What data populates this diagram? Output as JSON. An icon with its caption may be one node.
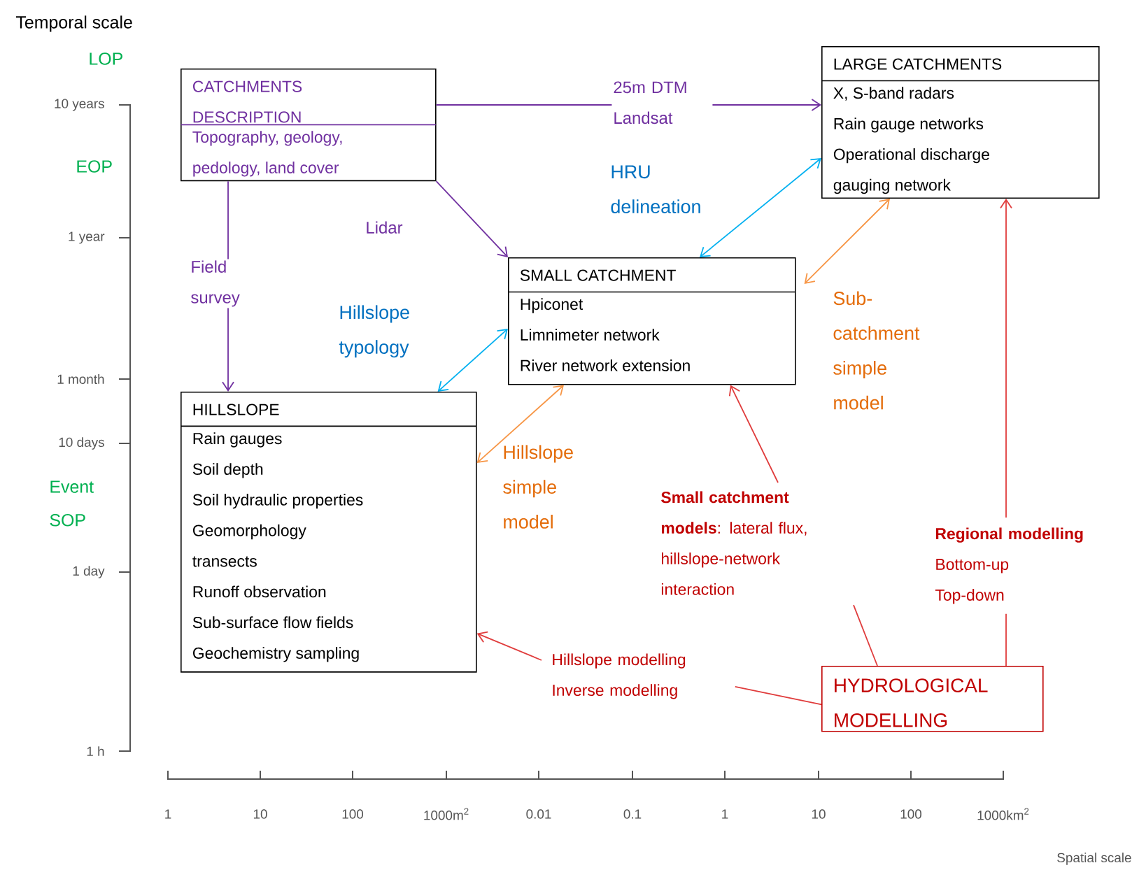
{
  "diagram": {
    "nodes": [
      {
        "text": [
          "CATCHMENTS DESCRIPTION",
          "Topography, geology, pedology, land cover"
        ]
      },
      {
        "text": [
          "LARGE CATCHMENTS",
          "X, S-band radars",
          "Rain gauge networks",
          "Operational discharge gauging network"
        ]
      },
      {
        "text": [
          "SMALL CATCHMENT",
          "Hpiconet",
          "Limnimeter network",
          "River network extension"
        ]
      },
      {
        "text": [
          "HILLSLOPE",
          "Rain gauges",
          "Soil depth",
          "Soil hydraulic properties",
          "Geomorphology transects",
          "Runoff observation",
          "Sub-surface flow fields",
          "Geochemistry sampling"
        ]
      },
      {
        "text": [
          "HYDROLOGICAL MODELLING"
        ]
      },
      {
        "text": [
          "**Small catchment models**: lateral flux, hillslope-network interaction"
        ]
      },
      {
        "text": [
          "Regional modelling",
          "Bottom-up",
          "Top-down"
        ]
      },
      {
        "text": [
          "Hillslope modelling",
          "Inverse modelling"
        ]
      }
    ],
    "edges": [
      {
        "from": 0,
        "to": 1,
        "arrow": "to",
        "label": "25m DTM Landsat",
        "color": "#7030a0"
      },
      {
        "from": 0,
        "to": 2,
        "arrow": "to",
        "label": "Lidar",
        "color": "#7030a0"
      },
      {
        "from": 0,
        "to": 3,
        "arrow": "to",
        "label": "Field survey",
        "color": "#7030a0"
      },
      {
        "from": 3,
        "to": 2,
        "arrow": "both",
        "label": "Hillslope typology",
        "color": "#00b0f0"
      },
      {
        "from": 2,
        "to": 1,
        "arrow": "both",
        "label": "HRU delineation",
        "color": "#00b0f0"
      },
      {
        "from": 3,
        "to": 2,
        "arrow": "both",
        "label": "Hillslope simple model",
        "color": "#f79646"
      },
      {
        "from": 2,
        "to": 1,
        "arrow": "both",
        "label": "Sub-catchment simple model",
        "color": "#f79646"
      },
      {
        "from": 4,
        "to": 5,
        "arrow": "none"
      },
      {
        "from": 5,
        "to": 2,
        "arrow": "to"
      },
      {
        "from": 4,
        "to": 6,
        "arrow": "none"
      },
      {
        "from": 6,
        "to": 1,
        "arrow": "to"
      },
      {
        "from": 4,
        "to": 7,
        "arrow": "none"
      },
      {
        "from": 7,
        "to": 3,
        "arrow": "to"
      }
    ],
    "labels": [
      "Temporal scale",
      "LOP",
      "10 years",
      "EOP",
      "1 year",
      "1 month",
      "10 days",
      "Event SOP",
      "1 day",
      "1 h",
      "1",
      "10",
      "100",
      "1000m$^{2}$",
      "0.01",
      "0.1",
      "1",
      "10",
      "100",
      "1000km$^{2}$",
      "Spatial scale"
    ]
  }
}
